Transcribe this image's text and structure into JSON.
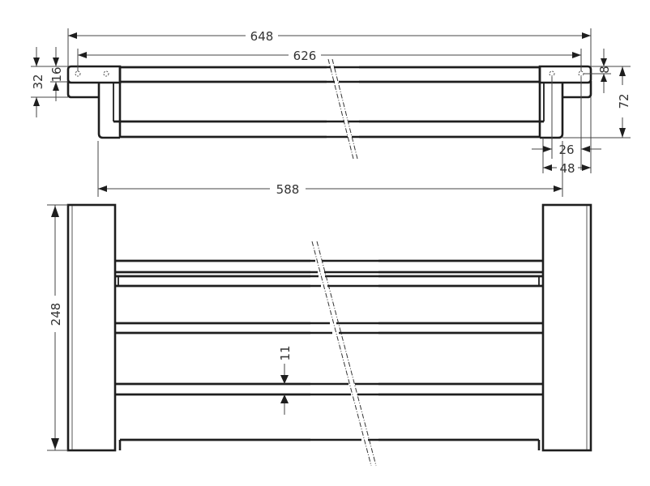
{
  "drawing": {
    "title": "Towel shelf technical drawing",
    "views": [
      "top-view",
      "front-view"
    ],
    "units": "mm",
    "colors": {
      "line": "#1e1e1e",
      "dimension": "#444444",
      "text": "#333333",
      "background": "#ffffff"
    }
  },
  "dimensions": {
    "overall_length": "648",
    "mounting_hole_spacing": "626",
    "bracket_inner_span": "588",
    "bracket_height": "32",
    "plate_thickness": "16",
    "hole_offset": "8",
    "depth": "72",
    "bracket_width_inner": "26",
    "bracket_width_outer": "48",
    "height": "248",
    "bar_gap": "11"
  }
}
